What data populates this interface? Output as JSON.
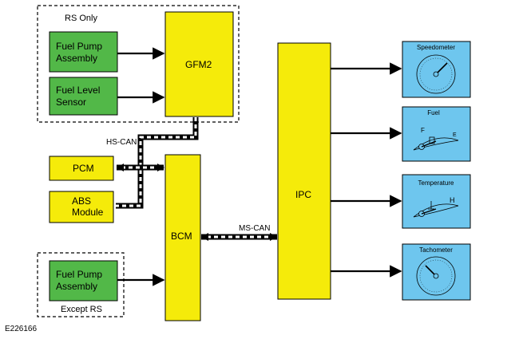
{
  "figure_id": "E226166",
  "groups": {
    "rs_only": "RS Only",
    "except_rs": "Except RS"
  },
  "modules": {
    "fuel_pump_assembly_rs": [
      "Fuel Pump",
      "Assembly"
    ],
    "fuel_level_sensor": [
      "Fuel Level",
      "Sensor"
    ],
    "gfm2": "GFM2",
    "pcm": "PCM",
    "abs_module": [
      "ABS",
      "Module"
    ],
    "bcm": "BCM",
    "fuel_pump_assembly_except": [
      "Fuel Pump",
      "Assembly"
    ],
    "ipc": "IPC"
  },
  "buses": {
    "hs_can": "HS-CAN",
    "ms_can": "MS-CAN"
  },
  "gauges": {
    "speedometer": "Speedometer",
    "fuel": "Fuel",
    "fuel_full": "F",
    "fuel_empty": "E",
    "temperature": "Temperature",
    "temp_hot": "H",
    "tachometer": "Tachometer"
  },
  "colors": {
    "module_yellow": "#f5eb0a",
    "input_green": "#52b848",
    "gauge_blue": "#6ec6ee"
  }
}
